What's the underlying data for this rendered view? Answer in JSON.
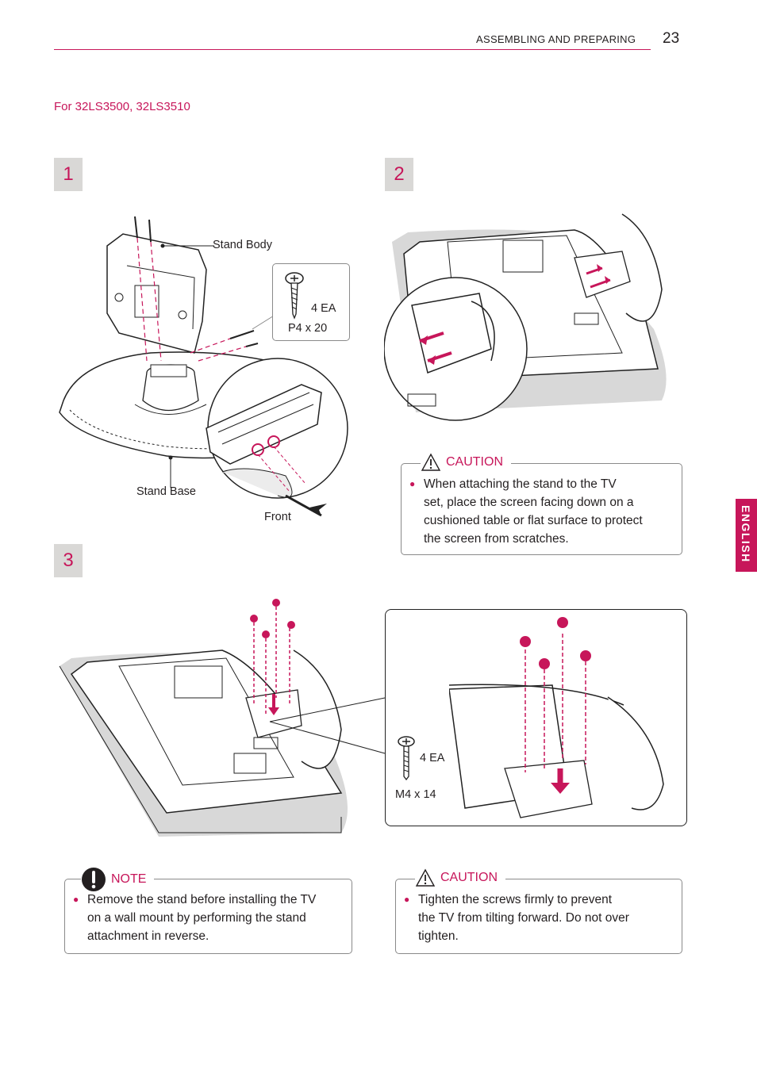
{
  "header": {
    "section": "ASSEMBLING AND PREPARING",
    "page_number": "23"
  },
  "model_line": "For 32LS3500, 32LS3510",
  "side_tab": "ENGLISH",
  "steps": [
    {
      "number": "1"
    },
    {
      "number": "2"
    },
    {
      "number": "3"
    }
  ],
  "step1": {
    "stand_body": "Stand Body",
    "stand_base": "Stand Base",
    "front": "Front",
    "screw_qty": "4 EA",
    "screw_size": "P4 x 20"
  },
  "step3": {
    "screw_qty": "4 EA",
    "screw_size": "M4 x 14"
  },
  "caution_attach": {
    "title": "CAUTION",
    "lines": [
      "When attaching the stand to the TV",
      "set, place the screen facing down on a",
      "cushioned table or flat surface to protect",
      "the screen from scratches."
    ]
  },
  "note": {
    "title": "NOTE",
    "lines": [
      "Remove the stand before installing the TV",
      "on a wall mount by performing the stand",
      "attachment in reverse."
    ]
  },
  "caution_tighten": {
    "title": "CAUTION",
    "lines": [
      "Tighten the screws firmly to prevent",
      "the TV from tilting forward. Do not over",
      "tighten."
    ]
  },
  "colors": {
    "accent": "#c7165a",
    "badge_bg": "#d9d8d6",
    "box_border": "#8a8a8a"
  }
}
